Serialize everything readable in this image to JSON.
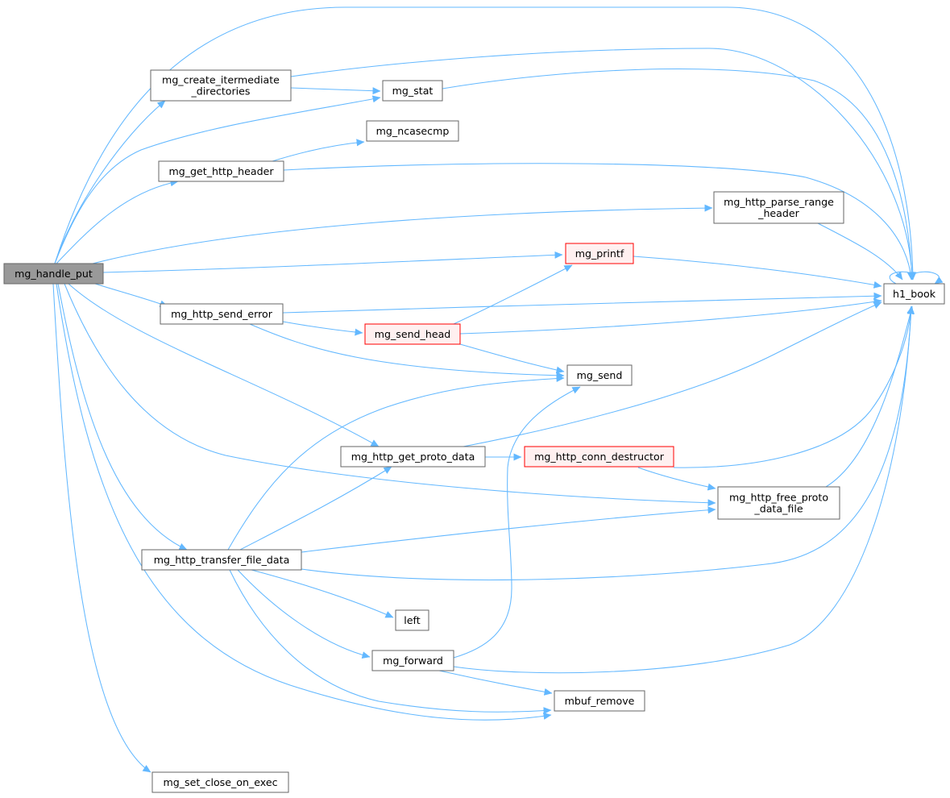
{
  "graph": {
    "nodes": [
      {
        "id": "mg_handle_put",
        "lines": [
          "mg_handle_put"
        ],
        "style": "root"
      },
      {
        "id": "mg_create_itermediate_directories",
        "lines": [
          "mg_create_itermediate",
          "_directories"
        ],
        "style": "normal"
      },
      {
        "id": "mg_stat",
        "lines": [
          "mg_stat"
        ],
        "style": "normal"
      },
      {
        "id": "mg_ncasecmp",
        "lines": [
          "mg_ncasecmp"
        ],
        "style": "normal"
      },
      {
        "id": "mg_get_http_header",
        "lines": [
          "mg_get_http_header"
        ],
        "style": "normal"
      },
      {
        "id": "mg_http_parse_range_header",
        "lines": [
          "mg_http_parse_range",
          "_header"
        ],
        "style": "normal"
      },
      {
        "id": "mg_printf",
        "lines": [
          "mg_printf"
        ],
        "style": "truncated"
      },
      {
        "id": "h1_book",
        "lines": [
          "h1_book"
        ],
        "style": "normal"
      },
      {
        "id": "mg_http_send_error",
        "lines": [
          "mg_http_send_error"
        ],
        "style": "normal"
      },
      {
        "id": "mg_send_head",
        "lines": [
          "mg_send_head"
        ],
        "style": "truncated"
      },
      {
        "id": "mg_send",
        "lines": [
          "mg_send"
        ],
        "style": "normal"
      },
      {
        "id": "mg_http_get_proto_data",
        "lines": [
          "mg_http_get_proto_data"
        ],
        "style": "normal"
      },
      {
        "id": "mg_http_conn_destructor",
        "lines": [
          "mg_http_conn_destructor"
        ],
        "style": "truncated"
      },
      {
        "id": "mg_http_free_proto_data_file",
        "lines": [
          "mg_http_free_proto",
          "_data_file"
        ],
        "style": "normal"
      },
      {
        "id": "mg_http_transfer_file_data",
        "lines": [
          "mg_http_transfer_file_data"
        ],
        "style": "normal"
      },
      {
        "id": "left",
        "lines": [
          "left"
        ],
        "style": "normal"
      },
      {
        "id": "mg_forward",
        "lines": [
          "mg_forward"
        ],
        "style": "normal"
      },
      {
        "id": "mbuf_remove",
        "lines": [
          "mbuf_remove"
        ],
        "style": "normal"
      },
      {
        "id": "mg_set_close_on_exec",
        "lines": [
          "mg_set_close_on_exec"
        ],
        "style": "normal"
      }
    ],
    "edges": [
      {
        "from": "mg_handle_put",
        "to": "h1_book"
      },
      {
        "from": "mg_handle_put",
        "to": "mg_create_itermediate_directories"
      },
      {
        "from": "mg_handle_put",
        "to": "mg_stat"
      },
      {
        "from": "mg_handle_put",
        "to": "mg_get_http_header"
      },
      {
        "from": "mg_handle_put",
        "to": "mg_http_parse_range_header"
      },
      {
        "from": "mg_handle_put",
        "to": "mg_printf"
      },
      {
        "from": "mg_handle_put",
        "to": "mg_http_send_error"
      },
      {
        "from": "mg_handle_put",
        "to": "mg_http_get_proto_data"
      },
      {
        "from": "mg_handle_put",
        "to": "mg_http_free_proto_data_file"
      },
      {
        "from": "mg_handle_put",
        "to": "mg_http_transfer_file_data"
      },
      {
        "from": "mg_handle_put",
        "to": "mbuf_remove"
      },
      {
        "from": "mg_handle_put",
        "to": "mg_set_close_on_exec"
      },
      {
        "from": "mg_create_itermediate_directories",
        "to": "mg_stat"
      },
      {
        "from": "mg_create_itermediate_directories",
        "to": "h1_book"
      },
      {
        "from": "mg_stat",
        "to": "h1_book"
      },
      {
        "from": "mg_get_http_header",
        "to": "mg_ncasecmp"
      },
      {
        "from": "mg_get_http_header",
        "to": "h1_book"
      },
      {
        "from": "mg_http_parse_range_header",
        "to": "h1_book"
      },
      {
        "from": "mg_printf",
        "to": "h1_book"
      },
      {
        "from": "h1_book",
        "to": "h1_book"
      },
      {
        "from": "mg_http_send_error",
        "to": "h1_book"
      },
      {
        "from": "mg_http_send_error",
        "to": "mg_send_head"
      },
      {
        "from": "mg_http_send_error",
        "to": "mg_send"
      },
      {
        "from": "mg_send_head",
        "to": "mg_printf"
      },
      {
        "from": "mg_send_head",
        "to": "h1_book"
      },
      {
        "from": "mg_send_head",
        "to": "mg_send"
      },
      {
        "from": "mg_http_get_proto_data",
        "to": "h1_book"
      },
      {
        "from": "mg_http_get_proto_data",
        "to": "mg_http_conn_destructor"
      },
      {
        "from": "mg_http_conn_destructor",
        "to": "h1_book"
      },
      {
        "from": "mg_http_conn_destructor",
        "to": "mg_http_free_proto_data_file"
      },
      {
        "from": "mg_http_free_proto_data_file",
        "to": "h1_book"
      },
      {
        "from": "mg_http_transfer_file_data",
        "to": "mg_send"
      },
      {
        "from": "mg_http_transfer_file_data",
        "to": "mg_http_get_proto_data"
      },
      {
        "from": "mg_http_transfer_file_data",
        "to": "mg_http_free_proto_data_file"
      },
      {
        "from": "mg_http_transfer_file_data",
        "to": "h1_book"
      },
      {
        "from": "mg_http_transfer_file_data",
        "to": "left"
      },
      {
        "from": "mg_http_transfer_file_data",
        "to": "mg_forward"
      },
      {
        "from": "mg_http_transfer_file_data",
        "to": "mbuf_remove"
      },
      {
        "from": "mg_forward",
        "to": "mg_send"
      },
      {
        "from": "mg_forward",
        "to": "h1_book"
      },
      {
        "from": "mg_forward",
        "to": "mbuf_remove"
      }
    ]
  },
  "colors": {
    "edge": "#63b8ff",
    "node_border": "#666666",
    "node_fill": "#ffffff",
    "root_fill": "#999999",
    "truncated_border": "#ff0000",
    "truncated_fill": "#fff0f0"
  }
}
